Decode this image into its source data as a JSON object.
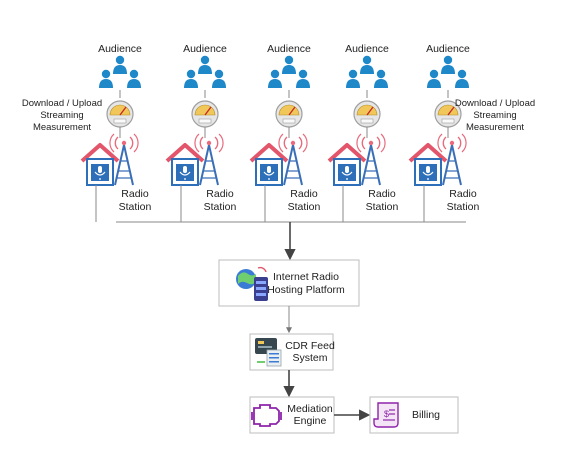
{
  "audience_label": "Audience",
  "station_label_line1": "Radio",
  "station_label_line2": "Station",
  "measurement_label": [
    "Download / Upload",
    "Streaming",
    "Measurement"
  ],
  "platform_label": [
    "Internet Radio",
    "Hosting Platform"
  ],
  "cdr_label": [
    "CDR Feed",
    "System"
  ],
  "mediation_label": [
    "Mediation",
    "Engine"
  ],
  "billing_label": "Billing",
  "station_count": 5,
  "colors": {
    "person_blue": "#1e88c8",
    "house_roof": "#e2556a",
    "house_body": "#2d6fb8",
    "tower": "#3a6fb7",
    "signal": "#e86a7c",
    "gauge_face": "#f1c75a",
    "connector": "#8a8a8a",
    "arrow_dark": "#444444",
    "box_border": "#bdbdbd",
    "mediation_purple": "#8e24aa"
  }
}
